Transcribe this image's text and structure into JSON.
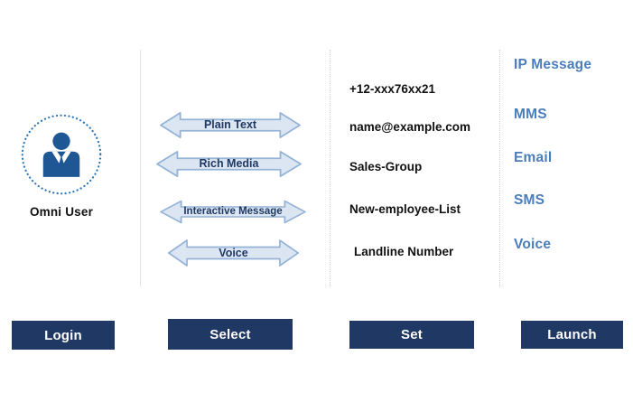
{
  "user": {
    "label": "Omni User"
  },
  "channels": [
    "Plain Text",
    "Rich Media",
    "Interactive Message",
    "Voice"
  ],
  "destinations": [
    "+12-xxx76xx21",
    "name@example.com",
    "Sales-Group",
    "New-employee-List",
    "Landline Number"
  ],
  "services": [
    "IP Message",
    "MMS",
    "Email",
    "SMS",
    "Voice"
  ],
  "steps": [
    "Login",
    "Select",
    "Set",
    "Launch"
  ],
  "colors": {
    "step_button_bg": "#1f3864",
    "step_button_text": "#ffffff",
    "arrow_fill": "#dce6f2",
    "arrow_border": "#95b3d7",
    "arrow_text": "#1f3864",
    "service_text": "#4a7ebb",
    "destination_text": "#111111",
    "user_icon": "#1f5795",
    "dotted_circle": "#2e75b6"
  }
}
